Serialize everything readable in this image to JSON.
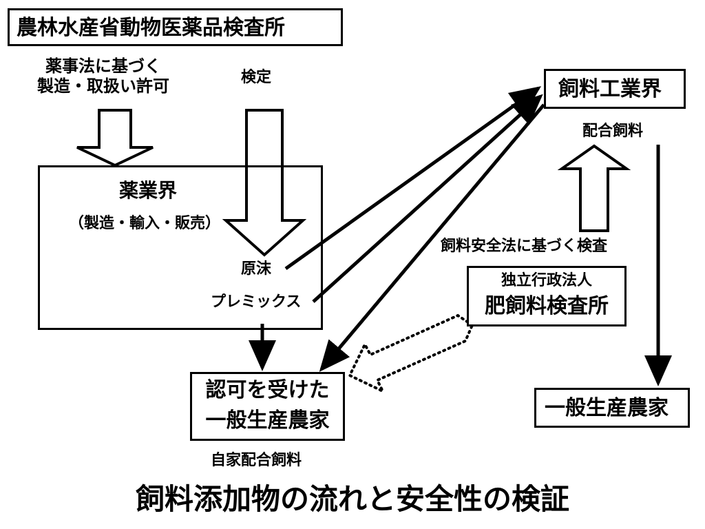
{
  "agency_box": {
    "label": "農林水産省動物医薬品検査所"
  },
  "pharma_permit": {
    "line1": "薬事法に基づく",
    "line2": "製造・取扱い許可"
  },
  "inspection_label": "検定",
  "pharma_industry": {
    "title": "薬業界",
    "subtitle": "（製造・輸入・販売）"
  },
  "bulk_label": "原沫",
  "premix_label": "プレミックス",
  "feed_industry_box": {
    "label": "飼料工業界"
  },
  "compound_feed_label": "配合飼料",
  "feed_safety_label": "飼料安全法に基づく検査",
  "famic_box": {
    "line1": "独立行政法人",
    "line2": "肥飼料検査所"
  },
  "licensed_farmer_box": {
    "line1": "認可を受けた",
    "line2": "一般生産農家"
  },
  "home_mix_label": "自家配合飼料",
  "general_farmer_box": {
    "label": "一般生産農家"
  },
  "main_title": "飼料添加物の流れと安全性の検証",
  "colors": {
    "stroke": "#000000",
    "background": "#ffffff"
  }
}
